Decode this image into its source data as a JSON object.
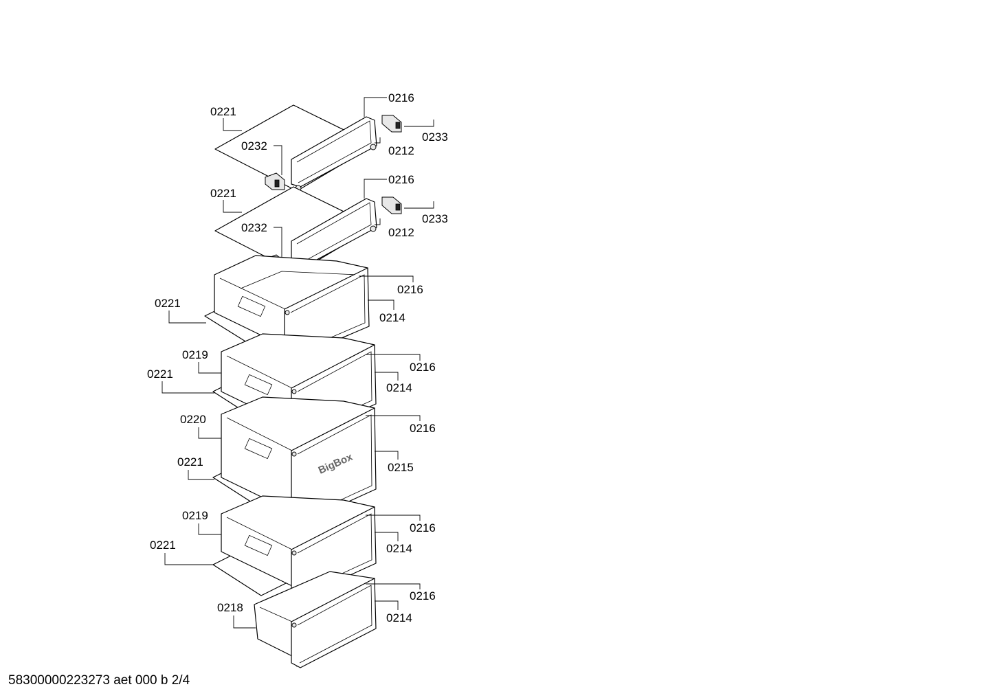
{
  "document_id": "58300000223273 aet 000 b 2/4",
  "brand_text": "BigBox",
  "callouts": [
    {
      "id": "c1",
      "label": "0216"
    },
    {
      "id": "c2",
      "label": "0221"
    },
    {
      "id": "c3",
      "label": "0233"
    },
    {
      "id": "c4",
      "label": "0232"
    },
    {
      "id": "c5",
      "label": "0212"
    },
    {
      "id": "c6",
      "label": "0216"
    },
    {
      "id": "c7",
      "label": "0221"
    },
    {
      "id": "c8",
      "label": "0233"
    },
    {
      "id": "c9",
      "label": "0232"
    },
    {
      "id": "c10",
      "label": "0212"
    },
    {
      "id": "c11",
      "label": "0216"
    },
    {
      "id": "c12",
      "label": "0221"
    },
    {
      "id": "c13",
      "label": "0214"
    },
    {
      "id": "c14",
      "label": "0219"
    },
    {
      "id": "c15",
      "label": "0216"
    },
    {
      "id": "c16",
      "label": "0221"
    },
    {
      "id": "c17",
      "label": "0214"
    },
    {
      "id": "c18",
      "label": "0220"
    },
    {
      "id": "c19",
      "label": "0216"
    },
    {
      "id": "c20",
      "label": "0221"
    },
    {
      "id": "c21",
      "label": "0215"
    },
    {
      "id": "c22",
      "label": "0219"
    },
    {
      "id": "c23",
      "label": "0216"
    },
    {
      "id": "c24",
      "label": "0221"
    },
    {
      "id": "c25",
      "label": "0214"
    },
    {
      "id": "c26",
      "label": "0216"
    },
    {
      "id": "c27",
      "label": "0218"
    },
    {
      "id": "c28",
      "label": "0214"
    }
  ]
}
